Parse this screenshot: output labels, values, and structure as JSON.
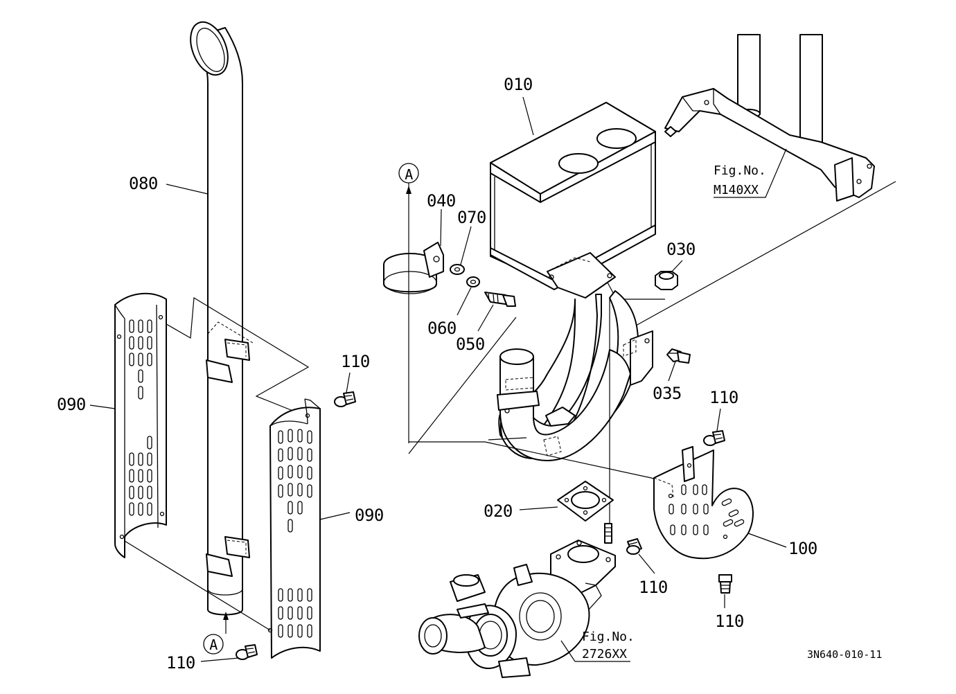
{
  "labels": {
    "p010": "010",
    "p020": "020",
    "p030": "030",
    "p035": "035",
    "p040": "040",
    "p050": "050",
    "p060": "060",
    "p070": "070",
    "p080": "080",
    "p090_left": "090",
    "p090_right": "090",
    "p100": "100",
    "p110_top": "110",
    "p110_bottom_left": "110",
    "p110_right_top": "110",
    "p110_right_mid": "110",
    "p110_right_bottom": "110"
  },
  "refs": {
    "marker_top": "A",
    "marker_bottom": "A",
    "fig_top_line1": "Fig.No.",
    "fig_top_line2": "M140XX",
    "fig_bottom_line1": "Fig.No.",
    "fig_bottom_line2": "2726XX"
  },
  "drawing_code": "3N640-010-11"
}
